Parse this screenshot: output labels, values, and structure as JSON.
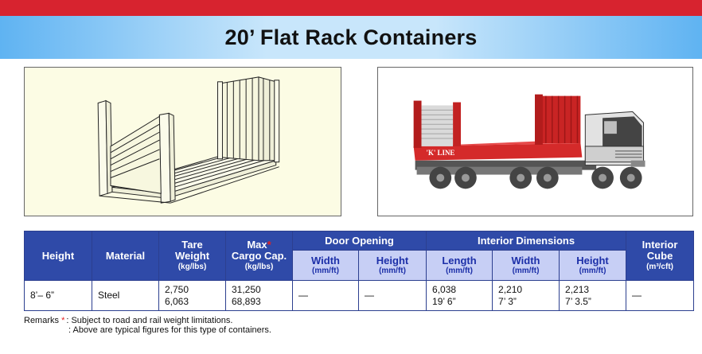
{
  "title": "20’ Flat Rack Containers",
  "images": {
    "left": {
      "name": "flat-rack-line-drawing"
    },
    "right": {
      "name": "truck-with-flat-rack",
      "brand_text": "'K' LINE"
    }
  },
  "table": {
    "headers": {
      "height": "Height",
      "material": "Material",
      "tare_weight": "Tare Weight",
      "tare_weight_unit": "(kg/lbs)",
      "max_cargo": "Max",
      "max_cargo_line2": "Cargo Cap.",
      "max_cargo_star": "*",
      "max_cargo_unit": "(kg/lbs)",
      "door_opening": "Door Opening",
      "door_width": "Width",
      "door_height": "Height",
      "door_unit": "(mm/ft)",
      "interior_dimensions": "Interior Dimensions",
      "int_length": "Length",
      "int_width": "Width",
      "int_height": "Height",
      "int_unit": "(mm/ft)",
      "interior_cube": "Interior Cube",
      "interior_cube_unit": "(m³/cft)"
    },
    "row": {
      "height": "8’– 6”",
      "material": "Steel",
      "tare_weight_kg": "2,750",
      "tare_weight_lbs": "6,063",
      "max_cargo_kg": "31,250",
      "max_cargo_lbs": "68,893",
      "door_width": "—",
      "door_height": "—",
      "length_mm": "6,038",
      "length_ft": "19’ 6”",
      "width_mm": "2,210",
      "width_ft": "7’ 3”",
      "int_height_mm": "2,213",
      "int_height_ft": "7’ 3.5”",
      "interior_cube": "—"
    }
  },
  "remarks": {
    "label": "Remarks",
    "star": "*",
    "line1": ": Subject to road and rail weight limitations.",
    "line2": ": Above are typical figures for this type of containers."
  },
  "colors": {
    "top_red": "#d7232f",
    "header_dark": "#2f4aa8",
    "header_light": "#c7cff5",
    "container_red": "#d42a2a"
  }
}
